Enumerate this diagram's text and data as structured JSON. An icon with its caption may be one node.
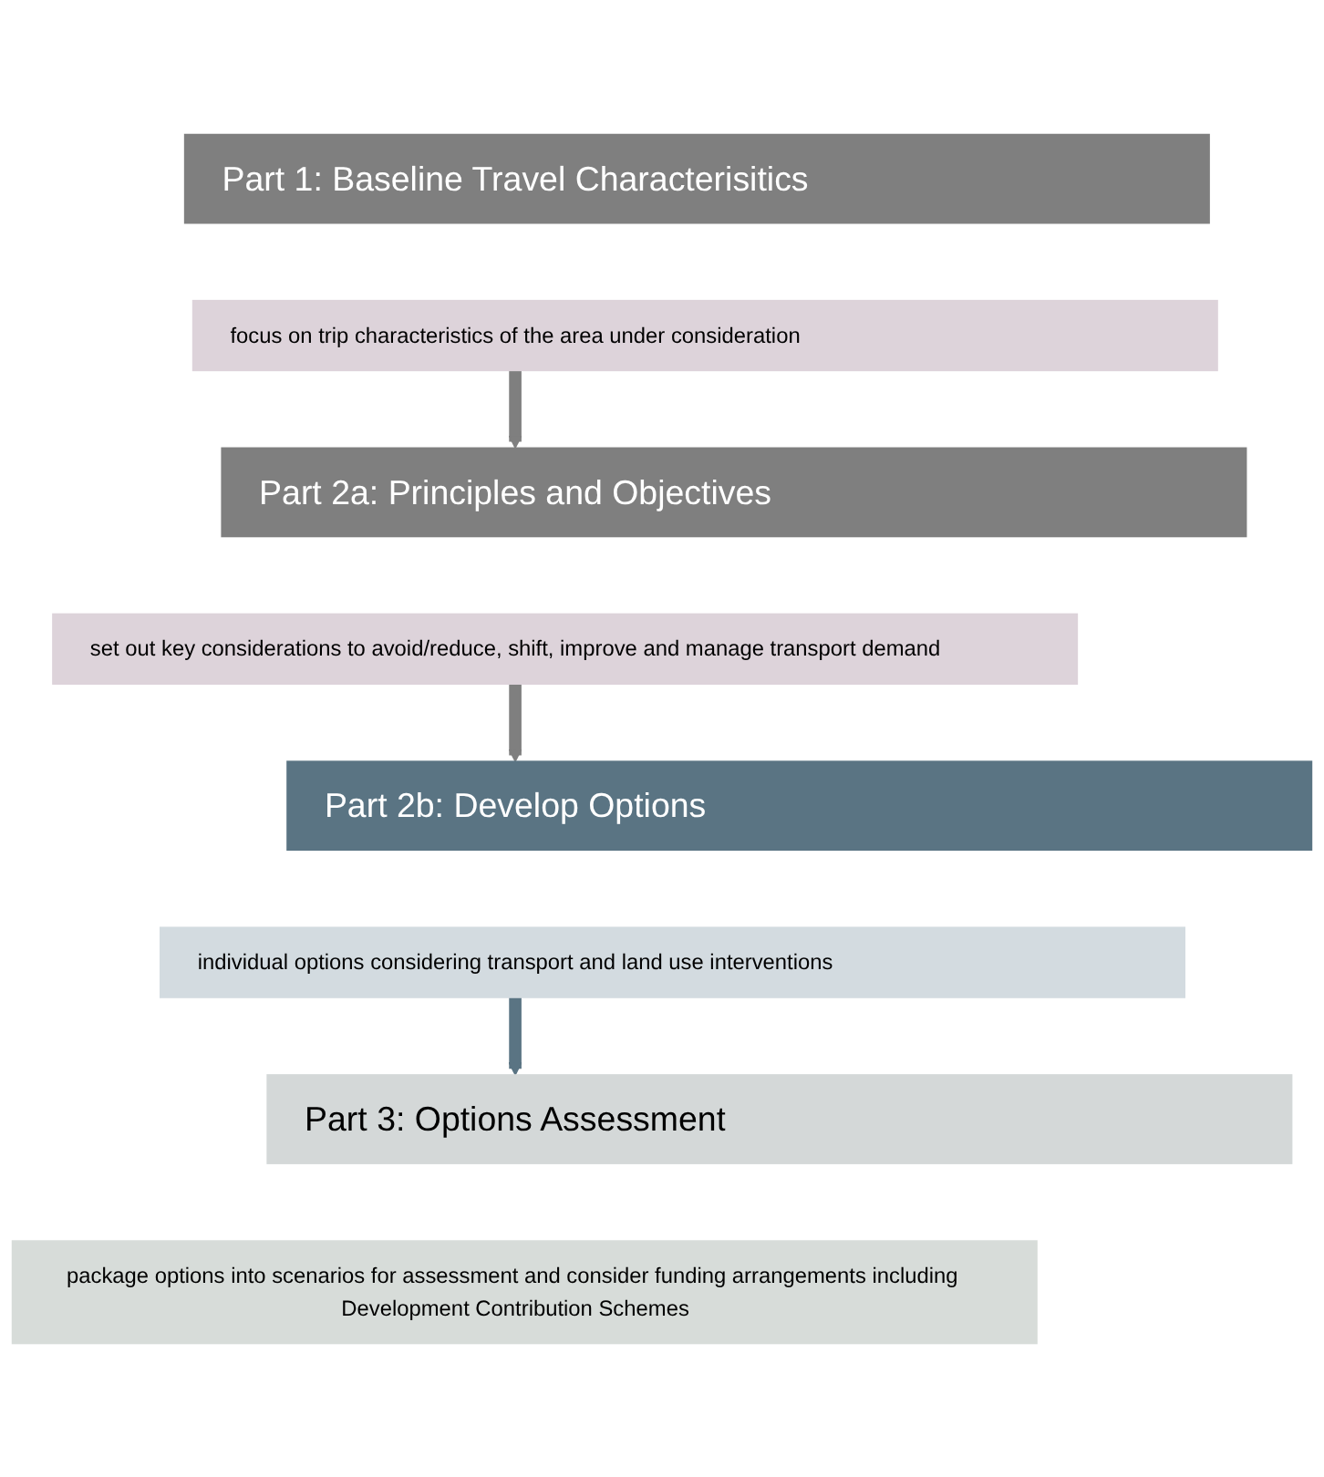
{
  "diagram": {
    "nodes": [
      {
        "text": [
          "Part 1: Baseline Travel Characterisitics"
        ]
      },
      {
        "text": [
          "focus on trip characteristics of the area under consideration"
        ]
      },
      {
        "text": [
          "Part 2a: Principles and Objectives"
        ]
      },
      {
        "text": [
          "set out key considerations to avoid/reduce, shift, improve and manage transport demand"
        ]
      },
      {
        "text": [
          "Part 2b: Develop Options"
        ]
      },
      {
        "text": [
          "individual options considering transport and land use interventions"
        ]
      },
      {
        "text": [
          "Part 3: Options Assessment"
        ]
      },
      {
        "text": [
          "package options into scenarios for assessment and consider funding arrangements including Development Contribution Schemes"
        ]
      }
    ],
    "edges": [
      {
        "from": 1,
        "to": 2,
        "arrow": "to"
      },
      {
        "from": 3,
        "to": 4,
        "arrow": "to"
      },
      {
        "from": 5,
        "to": 6,
        "arrow": "to",
        "color": "#5a7483"
      }
    ]
  }
}
